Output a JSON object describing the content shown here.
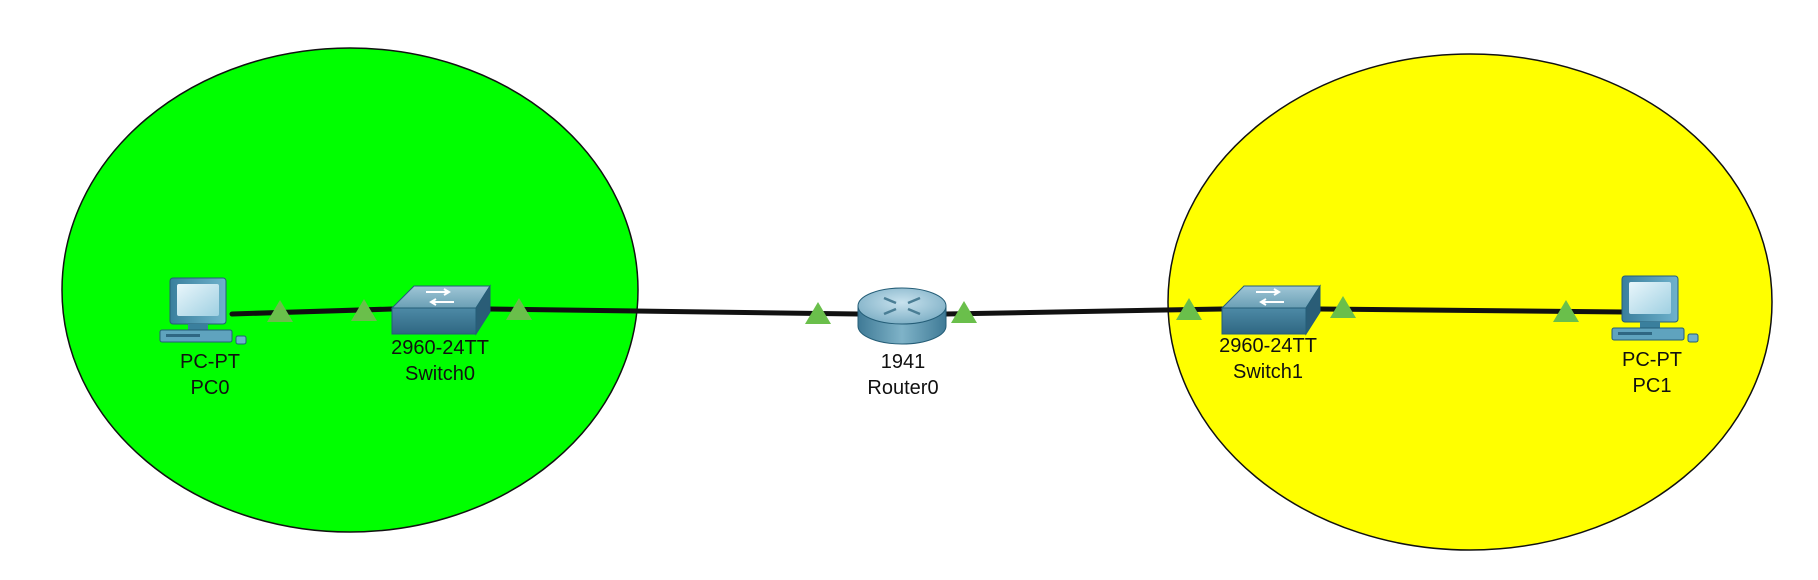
{
  "colors": {
    "zone_left": "#00ff00",
    "zone_right": "#ffff00",
    "link": "#111111",
    "link_indicator": "#6abf4b"
  },
  "devices": {
    "pc0": {
      "model": "PC-PT",
      "name": "PC0",
      "icon": "desktop-pc-icon"
    },
    "switch0": {
      "model": "2960-24TT",
      "name": "Switch0",
      "icon": "switch-icon"
    },
    "router0": {
      "model": "1941",
      "name": "Router0",
      "icon": "router-icon"
    },
    "switch1": {
      "model": "2960-24TT",
      "name": "Switch1",
      "icon": "switch-icon"
    },
    "pc1": {
      "model": "PC-PT",
      "name": "PC1",
      "icon": "desktop-pc-icon"
    }
  },
  "links": [
    {
      "from": "pc0",
      "to": "switch0",
      "status": "up"
    },
    {
      "from": "switch0",
      "to": "router0",
      "status": "up"
    },
    {
      "from": "router0",
      "to": "switch1",
      "status": "up"
    },
    {
      "from": "switch1",
      "to": "pc1",
      "status": "up"
    }
  ]
}
